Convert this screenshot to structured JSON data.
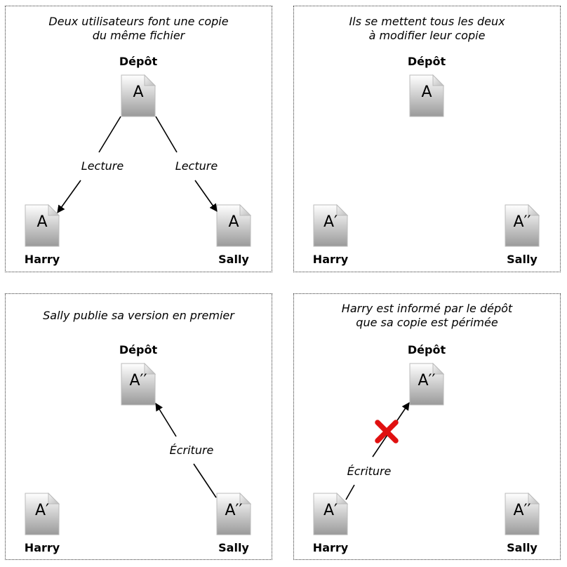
{
  "panels": [
    {
      "caption_line1": "Deux utilisateurs font une copie",
      "caption_line2": "du même fichier",
      "repo_label": "Dépôt",
      "repo_doc": "A",
      "harry_label": "Harry",
      "harry_doc": "A",
      "sally_label": "Sally",
      "sally_doc": "A",
      "left_edge": "Lecture",
      "right_edge": "Lecture"
    },
    {
      "caption_line1": "Ils se mettent tous les deux",
      "caption_line2": "à modifier leur copie",
      "repo_label": "Dépôt",
      "repo_doc": "A",
      "harry_label": "Harry",
      "harry_doc": "A′",
      "sally_label": "Sally",
      "sally_doc": "A′′"
    },
    {
      "caption_line1": "Sally publie sa version en premier",
      "repo_label": "Dépôt",
      "repo_doc": "A′′",
      "harry_label": "Harry",
      "harry_doc": "A′",
      "sally_label": "Sally",
      "sally_doc": "A′′",
      "edge": "Écriture"
    },
    {
      "caption_line1": "Harry est informé par le dépôt",
      "caption_line2": "que sa copie est périmée",
      "repo_label": "Dépôt",
      "repo_doc": "A′′",
      "harry_label": "Harry",
      "harry_doc": "A′",
      "sally_label": "Sally",
      "sally_doc": "A′′",
      "edge": "Écriture"
    }
  ],
  "colors": {
    "cross": "#e01010",
    "border": "#333333"
  }
}
